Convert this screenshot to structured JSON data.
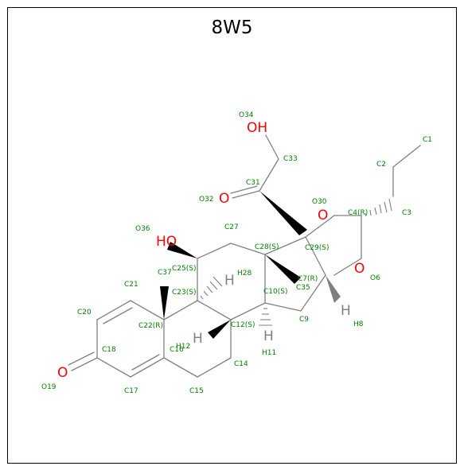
{
  "title": "8W5",
  "colors": {
    "frame": "#000000",
    "bond": "#808080",
    "wedge": "#000000",
    "oxygen": "#ff0000",
    "hydrogen": "#808080",
    "atom_label": "#008000"
  },
  "hetero_labels": {
    "o34": "OH",
    "o36": "HO",
    "o32": "O",
    "o19": "O",
    "o30": "O",
    "o6": "O",
    "h28": "H",
    "h12": "H",
    "h11": "H",
    "h8": "H"
  },
  "atom_labels": {
    "c1": "C1",
    "c2": "C2",
    "c3": "C3",
    "c4": "C4(R)",
    "o6": "O6",
    "c7": "C7(R)",
    "h8": "H8",
    "c9": "C9",
    "c10": "C10(S)",
    "h11": "H11",
    "c12": "C12(S)",
    "h12": "H12",
    "c14": "C14",
    "c15": "C15",
    "c16": "C16",
    "c17": "C17",
    "c18": "C18",
    "o19": "O19",
    "c20": "C20",
    "c21": "C21",
    "c22": "C22(R)",
    "c23": "C23(S)",
    "c25": "C25(S)",
    "c27": "C27",
    "c28": "C28(S)",
    "h28": "H28",
    "c29": "C29(S)",
    "o30": "O30",
    "c31": "C31",
    "o32": "O32",
    "c33": "C33",
    "o34": "O34",
    "c35": "C35",
    "o36": "O36",
    "c37": "C37"
  }
}
